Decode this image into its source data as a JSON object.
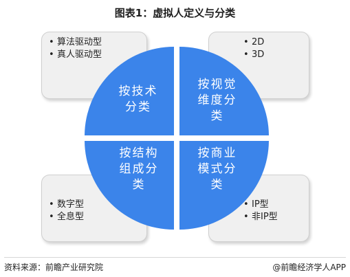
{
  "title": "图表1：虚拟人定义与分类",
  "colors": {
    "quadrant": "#3b84ea",
    "box_bg": "#f0f0f0"
  },
  "quadrants": [
    {
      "label": "按技术\n分类",
      "items": [
        "算法驱动型",
        "真人驱动型"
      ]
    },
    {
      "label": "按视觉\n维度分\n类",
      "items": [
        "2D",
        "3D"
      ]
    },
    {
      "label": "按结构\n组成分\n类",
      "items": [
        "数字型",
        "全息型"
      ]
    },
    {
      "label": "按商业\n模式分\n类",
      "items": [
        "IP型",
        "非IP型"
      ]
    }
  ],
  "bullet": "•",
  "footer": {
    "source": "资料来源：前瞻产业研究院",
    "brand": "@前瞻经济学人APP"
  }
}
